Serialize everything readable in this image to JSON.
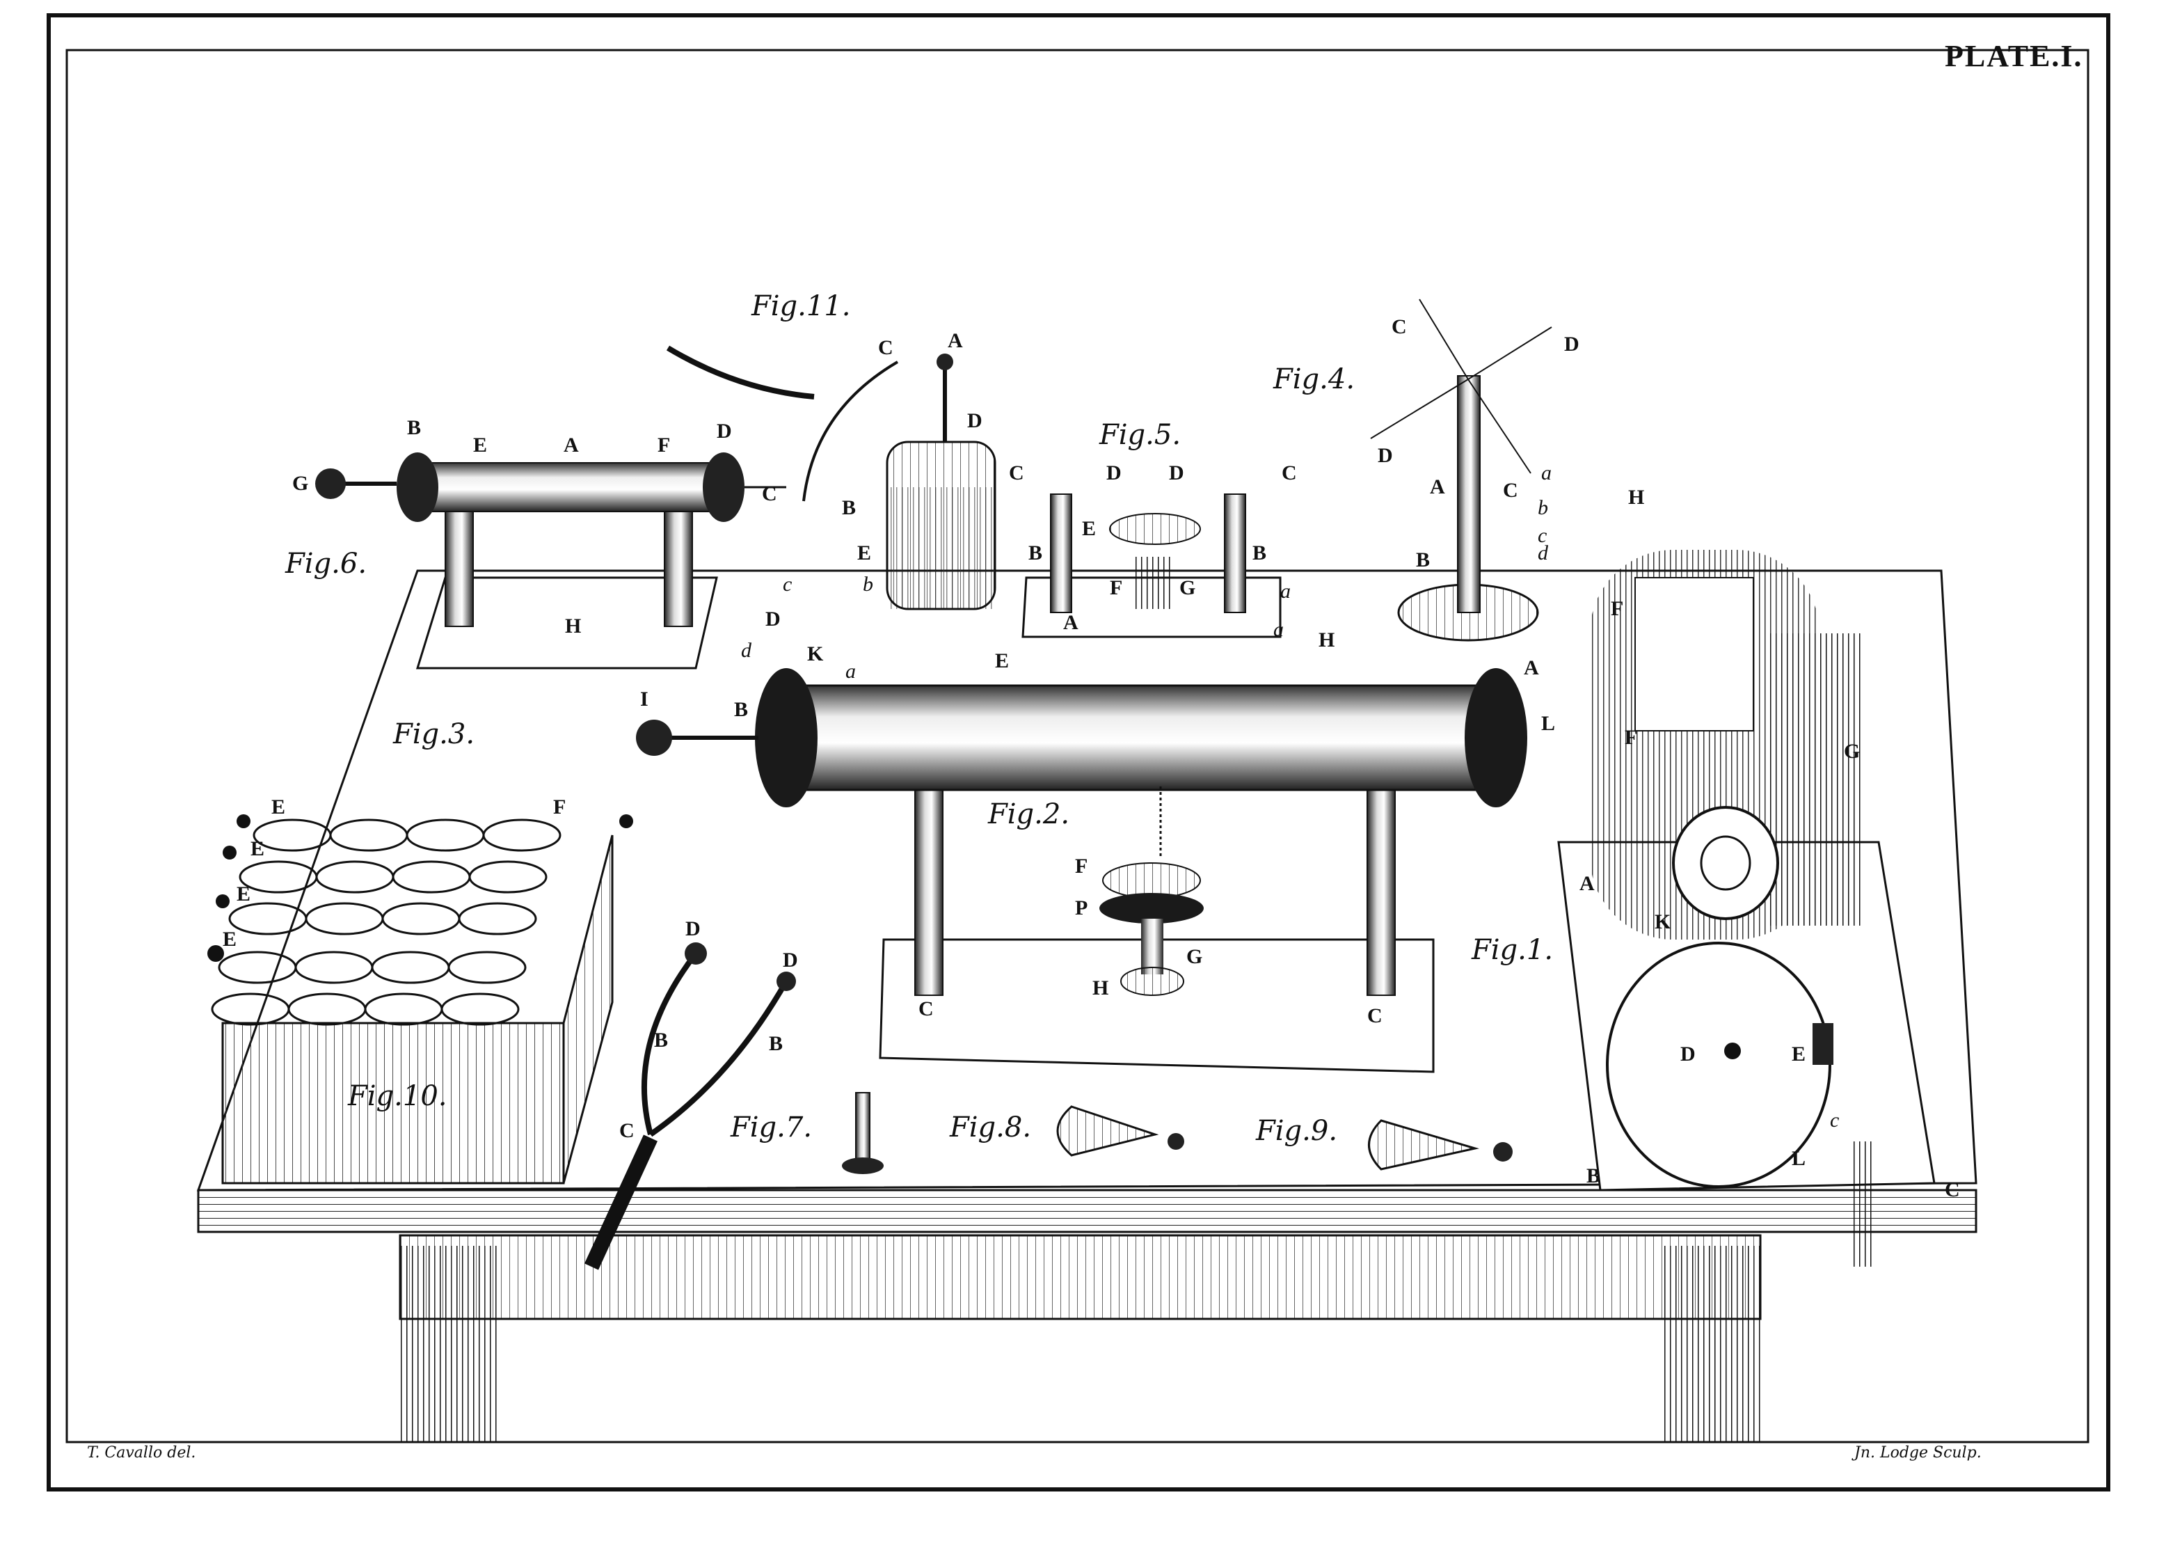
{
  "plate_title": "PLATE.I.",
  "credits": {
    "left": "T. Cavallo del.",
    "right": "Jn. Lodge Sculp."
  },
  "figures": {
    "fig1": "Fig.1.",
    "fig2": "Fig.2.",
    "fig3": "Fig.3.",
    "fig4": "Fig.4.",
    "fig5": "Fig.5.",
    "fig6": "Fig.6.",
    "fig7": "Fig.7.",
    "fig8": "Fig.8.",
    "fig9": "Fig.9.",
    "fig10": "Fig.10.",
    "fig11": "Fig.11."
  },
  "letters": {
    "A": "A",
    "B": "B",
    "C": "C",
    "D": "D",
    "E": "E",
    "F": "F",
    "G": "G",
    "H": "H",
    "I": "I",
    "K": "K",
    "L": "L",
    "P": "P",
    "a": "a",
    "b": "b",
    "c": "c",
    "d": "d"
  },
  "colors": {
    "ink": "#111111",
    "paper": "#ffffff",
    "shade": "#555555"
  }
}
